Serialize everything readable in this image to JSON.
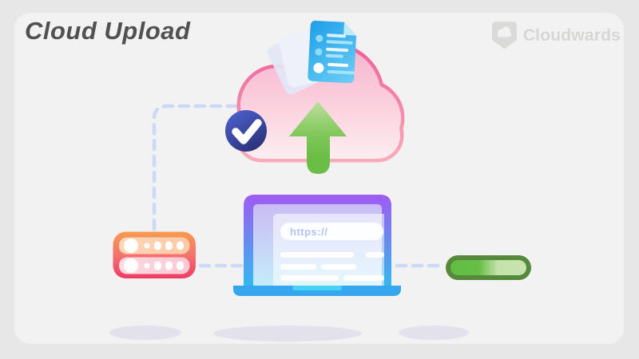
{
  "header": {
    "title": "Cloud Upload",
    "brand": "Cloudwards"
  },
  "laptop": {
    "url_text": "https://"
  },
  "colors": {
    "background": "#e7e7e7",
    "card": "#f2f2f2",
    "title_text": "#515151",
    "brand_gray": "#dadad8",
    "brand_text_gray": "#d6d6d4",
    "cloud_outline_top": "#ee5f9a",
    "cloud_outline_bottom": "#f9aeb9",
    "cloud_fill_top": "#f5b5d0",
    "cloud_fill_bottom": "#fdeef0",
    "arrow_green": "#6abe46",
    "arrow_green_light": "#bedf9d",
    "check_indigo_dark": "#283076",
    "check_indigo_light": "#4b5dc8",
    "doc_blue": "#1f9fe9",
    "doc_blue_light": "#70d1f6",
    "laptop_purple": "#9f5bf2",
    "laptop_cyan": "#27c3ef",
    "laptop_base_blue": "#36a7ee",
    "server_orange": "#f69b4e",
    "server_crimson": "#ee3c66",
    "server_unit_peach": "#fccfae",
    "server_unit_pink": "#fccfd8",
    "pill_border_green": "#57893c",
    "pill_fill_green": "#63bd44",
    "pill_fill_light": "#c8e4af",
    "dash_lavender": "#cdd7f8",
    "shadow": "#e3e1ec",
    "url_text_color": "#b4c3f1"
  }
}
